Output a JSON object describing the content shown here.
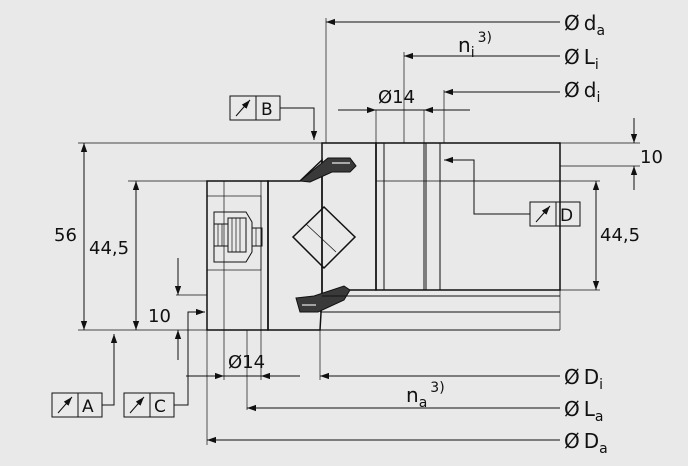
{
  "dimensions": {
    "da": {
      "sym": "Ø",
      "main": "d",
      "sub": "a"
    },
    "ni": {
      "main": "n",
      "sub": "i",
      "sup": "3)"
    },
    "Li": {
      "sym": "Ø",
      "main": "L",
      "sub": "i"
    },
    "di": {
      "sym": "Ø",
      "main": "d",
      "sub": "i"
    },
    "hole_top": "Ø14",
    "hole_bottom": "Ø14",
    "top_ten": "10",
    "height": "56",
    "inner_height_left": "44,5",
    "inner_height_right": "44,5",
    "bottom_ten": "10",
    "Di": {
      "sym": "Ø",
      "main": "D",
      "sub": "i"
    },
    "na": {
      "main": "n",
      "sub": "a",
      "sup": "3)"
    },
    "La": {
      "sym": "Ø",
      "main": "L",
      "sub": "a"
    },
    "Da": {
      "sym": "Ø",
      "main": "D",
      "sub": "a"
    }
  },
  "datums": {
    "A": "A",
    "B": "B",
    "C": "C",
    "D": "D"
  },
  "colors": {
    "background": "#e9e9e9",
    "line": "#111111",
    "seal": "#3a3a3a"
  }
}
